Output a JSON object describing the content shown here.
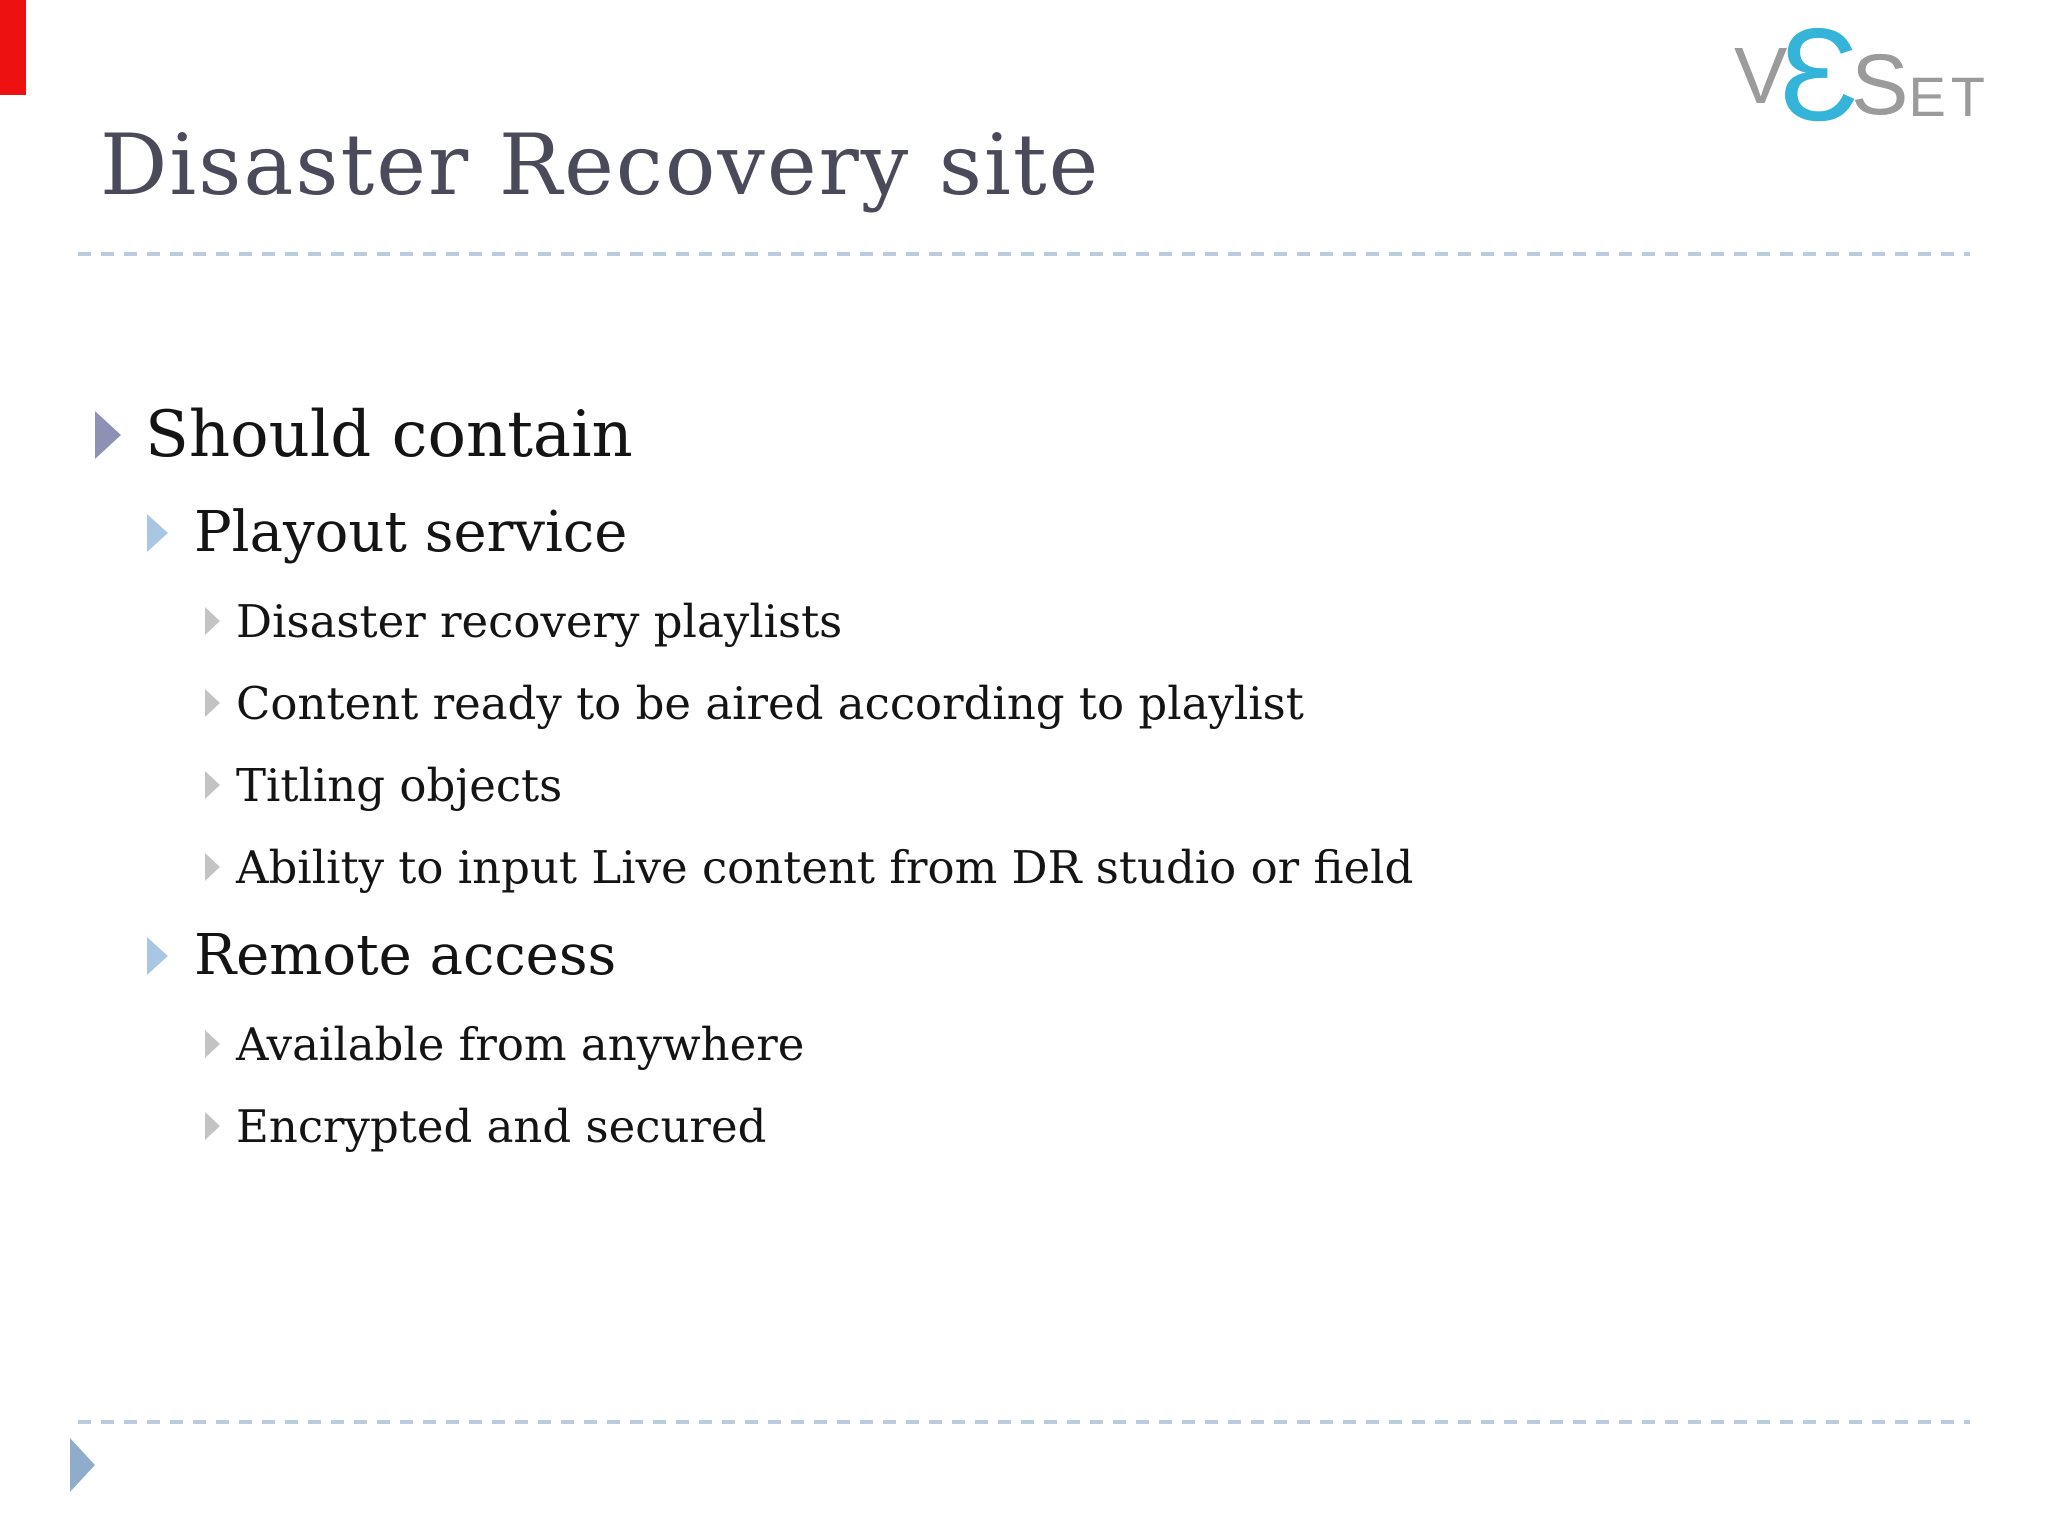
{
  "title": "Disaster Recovery site",
  "logo": {
    "v": "V",
    "epsilon": "Ɛ",
    "s": "S",
    "et": "ET"
  },
  "list": {
    "level1": "Should contain",
    "sections": [
      {
        "heading": "Playout service",
        "items": [
          "Disaster recovery playlists",
          "Content ready to be aired according to playlist",
          "Titling objects",
          "Ability to input Live content from DR studio or field"
        ]
      },
      {
        "heading": "Remote access",
        "items": [
          "Available from anywhere",
          "Encrypted and secured"
        ]
      }
    ]
  },
  "colors": {
    "accent_red": "#ee1111",
    "logo_cyan": "#35b4da",
    "logo_gray": "#9b9b9b",
    "title_text": "#4a4a5a",
    "body_text": "#141414",
    "divider_dash": "#b9cbdc",
    "bullet_level1": "#8d92b5",
    "bullet_level2": "#a9c7e2",
    "bullet_level3": "#c3c3c3",
    "footer_arrow": "#8fadca"
  }
}
